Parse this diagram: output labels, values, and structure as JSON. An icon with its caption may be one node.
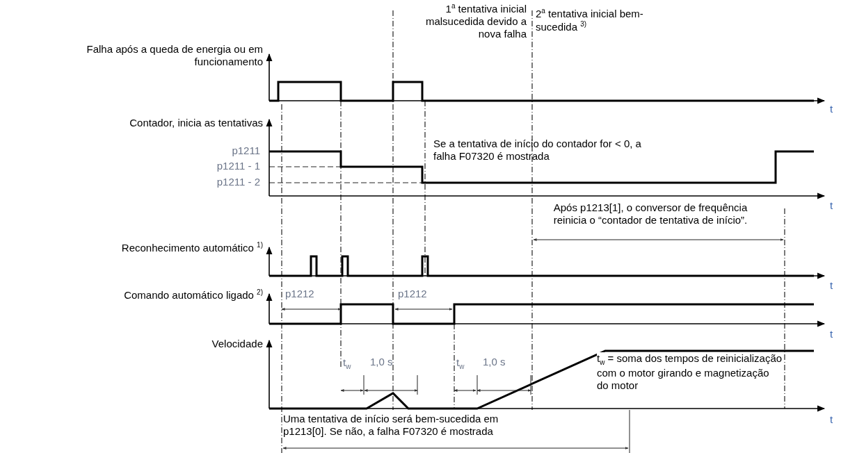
{
  "diagram": {
    "labels": [
      "1$^{a}$ tentativa inicial malsucedida devido a nova falha",
      "2$^{a}$ tentativa inicial bem-sucedida $^{3)}$",
      "Falha após a queda de energia ou em funcionamento",
      "t",
      "Contador, inicia as tentativas",
      "p1211",
      "p1211 - 1",
      "p1211 - 2",
      "Se a tentativa de início do contador for < 0, a falha F07320 é mostrada",
      "t",
      "Após p1213[1], o conversor de frequência reinicia o “contador de tentativa de início”.",
      "Reconhecimento automático $^{1)}$",
      "t",
      "Comando automático ligado $^{2)}$",
      "p1212",
      "p1212",
      "t",
      "Velocidade",
      "t$_{w}$",
      "1,0 s",
      "t$_{w}$",
      "1,0 s",
      "t$_{w}$ = soma dos tempos de reinicialização com o motor girando e magnetização do motor",
      "t",
      "Uma tentativa de início será bem-sucedida em p1213[0]. Se não, a falha F07320 é mostrada"
    ]
  }
}
